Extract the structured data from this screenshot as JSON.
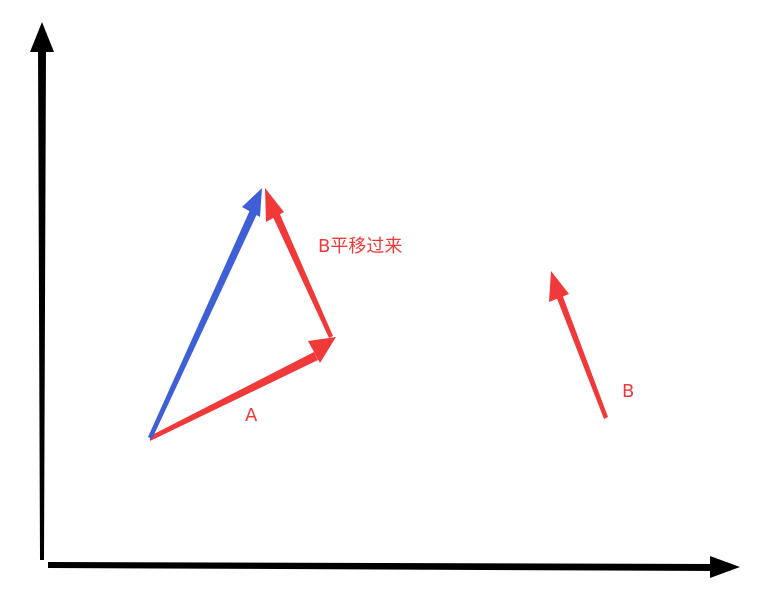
{
  "diagram": {
    "vector_a_label": "A",
    "vector_b_label": "B",
    "translated_b_label": "B平移过来",
    "colors": {
      "axis": "#000000",
      "red_vector": "#f03a3a",
      "blue_vector": "#3f5fd6",
      "background": "#ffffff"
    }
  }
}
